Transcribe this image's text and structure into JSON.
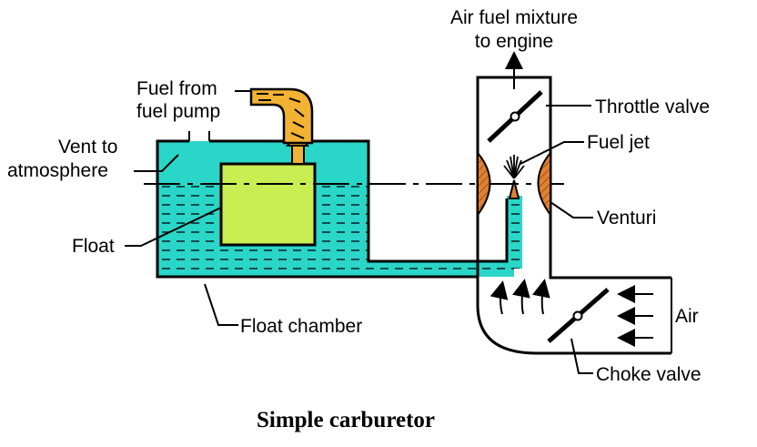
{
  "caption": "Simple carburetor",
  "labels": {
    "air_fuel_mixture_line1": "Air fuel mixture",
    "air_fuel_mixture_line2": "to engine",
    "fuel_from_line1": "Fuel from",
    "fuel_from_line2": "fuel pump",
    "vent_line1": "Vent to",
    "vent_line2": "atmosphere",
    "float": "Float",
    "float_chamber": "Float chamber",
    "throttle_valve": "Throttle valve",
    "fuel_jet": "Fuel jet",
    "venturi": "Venturi",
    "air": "Air",
    "choke_valve": "Choke valve"
  },
  "colors": {
    "fuel_liquid": "#2ad6c8",
    "fuel_dash": "#0b2a30",
    "float_body": "#c9ee52",
    "venturi": "#e08030",
    "fuel_pipe": "#f2b233",
    "outline": "#000000"
  }
}
